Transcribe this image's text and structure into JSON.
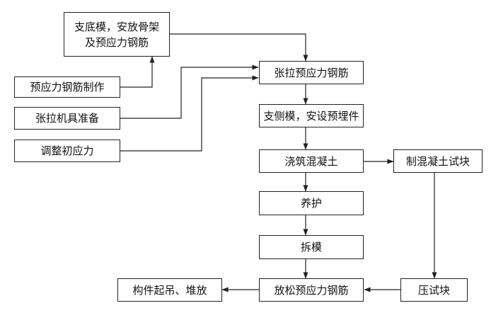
{
  "colors": {
    "line": "#222222",
    "text": "#111111",
    "background": "#ffffff"
  },
  "nodes": {
    "formwork": {
      "line1": "支底模，安放骨架",
      "line2": "及预应力钢筋"
    },
    "make_tendons": {
      "label": "预应力钢筋制作"
    },
    "prepare_jack": {
      "label": "张拉机具准备"
    },
    "adjust_stress": {
      "label": "调整初应力"
    },
    "tension": {
      "label": "张拉预应力钢筋"
    },
    "side_forms": {
      "label": "支侧模，安设预埋件"
    },
    "pour": {
      "label": "浇筑混凝土"
    },
    "test_blocks": {
      "label": "制混凝土试块"
    },
    "cure": {
      "label": "养护"
    },
    "demold": {
      "label": "拆模"
    },
    "compress_test": {
      "label": "压试块"
    },
    "release": {
      "label": "放松预应力钢筋"
    },
    "lift_stack": {
      "label": "构件起吊、堆放"
    }
  }
}
